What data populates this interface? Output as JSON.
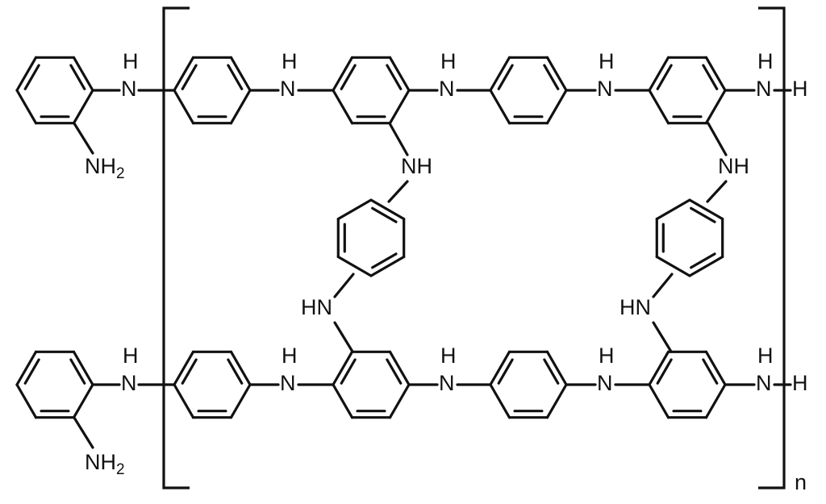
{
  "labels": {
    "nh": "NH",
    "hn": "HN",
    "n": "N",
    "h": "H",
    "nh2_main": "NH",
    "nh2_sub": "2",
    "repeat_n": "n"
  },
  "colors": {
    "ink": "#111111",
    "background": "#ffffff"
  }
}
